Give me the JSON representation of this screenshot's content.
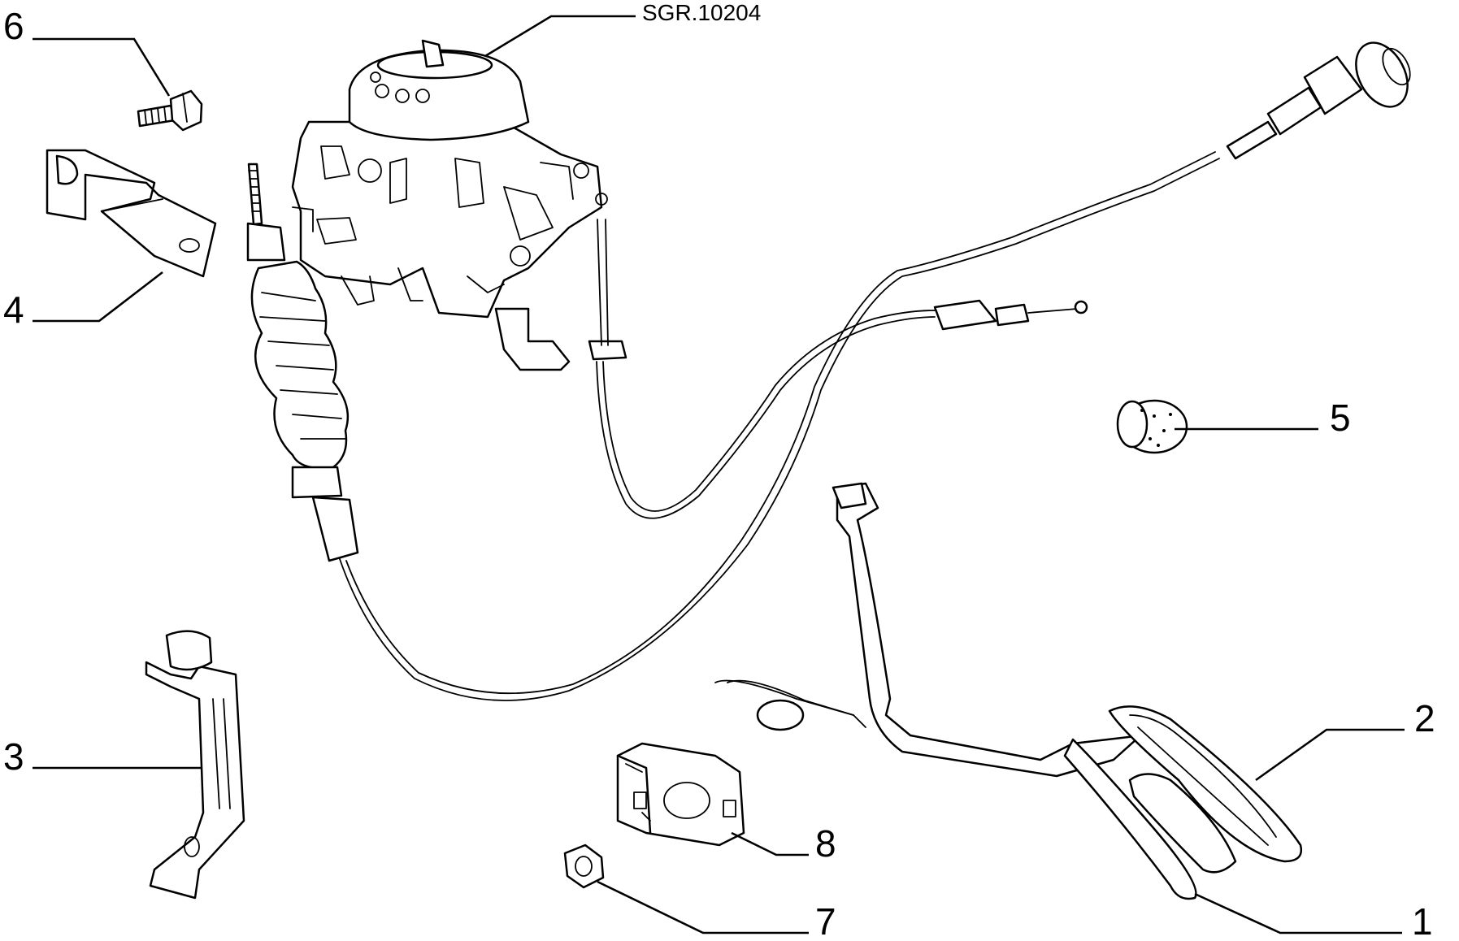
{
  "diagram": {
    "reference_code": "SGR.10204",
    "callouts": [
      {
        "id": "6",
        "label": "6"
      },
      {
        "id": "4",
        "label": "4"
      },
      {
        "id": "3",
        "label": "3"
      },
      {
        "id": "5",
        "label": "5"
      },
      {
        "id": "2",
        "label": "2"
      },
      {
        "id": "8",
        "label": "8"
      },
      {
        "id": "7",
        "label": "7"
      },
      {
        "id": "1",
        "label": "1"
      }
    ],
    "colors": {
      "line": "#000000",
      "background": "#ffffff"
    }
  }
}
